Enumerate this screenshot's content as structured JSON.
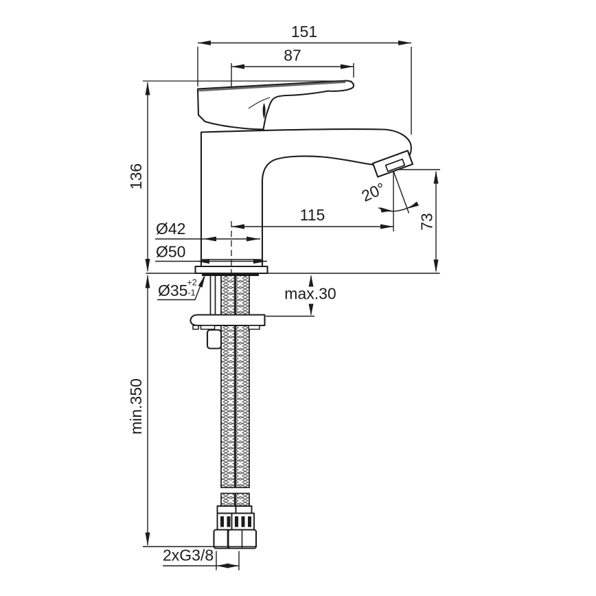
{
  "drawing": {
    "title": "basin-mixer-dimensional-drawing",
    "dims": {
      "overall_width": "151",
      "handle_length": "87",
      "height_to_handle": "136",
      "spout_reach": "115",
      "spout_angle": "20°",
      "outlet_height": "73",
      "body_diameter": "Ø42",
      "base_diameter": "Ø50",
      "hole_diameter": "Ø35",
      "hole_tolerance_plus": "+2",
      "hole_tolerance_minus": "-1",
      "deck_thickness_max": "max.30",
      "hose_min_length": "min.350",
      "connection_thread": "2xG3/8"
    },
    "colors": {
      "line": "#1c1c1c",
      "background": "#ffffff",
      "braid": "#5a5a5a",
      "handle_band": "#6a6a6a"
    }
  }
}
